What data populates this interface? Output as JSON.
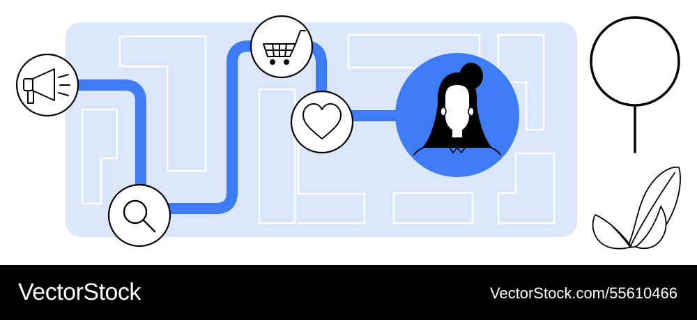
{
  "footer": {
    "brand": "VectorStock",
    "reference": "VectorStock.com/55610466"
  },
  "journey_steps": [
    {
      "name": "megaphone-node",
      "icon": "megaphone-icon"
    },
    {
      "name": "search-node",
      "icon": "magnifier-icon"
    },
    {
      "name": "cart-node",
      "icon": "shopping-cart-icon"
    },
    {
      "name": "heart-node",
      "icon": "heart-icon"
    },
    {
      "name": "customer-node",
      "icon": "woman-avatar-icon"
    }
  ],
  "colors": {
    "maze_background": "#dce6fa",
    "maze_walls": "#ffffff",
    "path": "#3d7cf5",
    "node_fill": "#ffffff",
    "outline": "#000000",
    "customer_fill": "#3d7cf5",
    "footer_background": "#000000",
    "footer_text": "#ffffff"
  }
}
